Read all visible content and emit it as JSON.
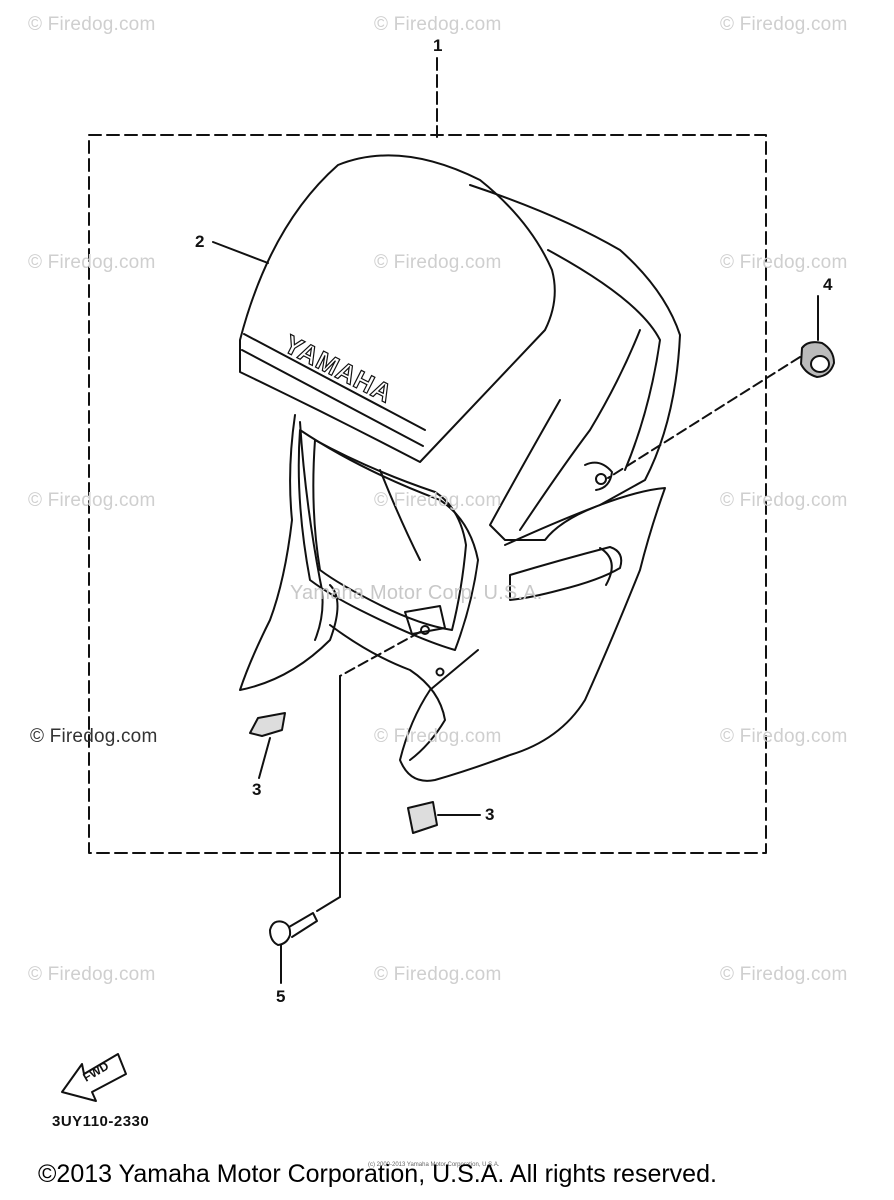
{
  "watermarks": {
    "firedog": "© Firedog.com",
    "yamaha": "Yamaha Motor Corp. U.S.A."
  },
  "callouts": {
    "c1": "1",
    "c2": "2",
    "c3a": "3",
    "c3b": "3",
    "c4": "4",
    "c5": "5"
  },
  "fairing_logo": "YAMAHA",
  "fwd_label": "FWD",
  "part_code": "3UY110-2330",
  "footer": {
    "copyright": "©2013 Yamaha Motor Corporation, U.S.A. All rights reserved.",
    "tiny": "(c) 2000-2013 Yamaha Motor Corporation, U.S.A."
  }
}
